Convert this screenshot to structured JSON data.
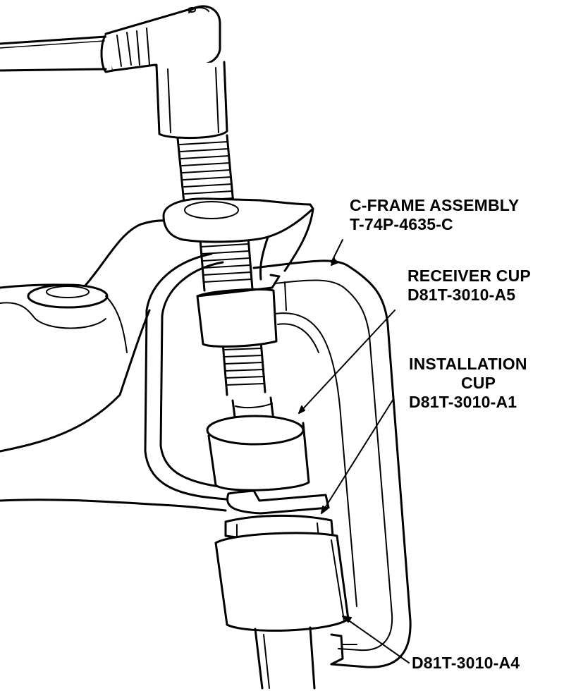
{
  "colors": {
    "ink": "#000000",
    "paper": "#ffffff"
  },
  "labels": {
    "c_frame": {
      "line1": "C-FRAME ASSEMBLY",
      "line2": "T-74P-4635-C"
    },
    "receiver_cup": {
      "line1": "RECEIVER CUP",
      "line2": "D81T-3010-A5"
    },
    "installation_cup": {
      "line1": "INSTALLATION",
      "line2": "CUP",
      "line3": "D81T-3010-A1"
    },
    "adapter": {
      "line1": "D81T-3010-A4"
    }
  }
}
